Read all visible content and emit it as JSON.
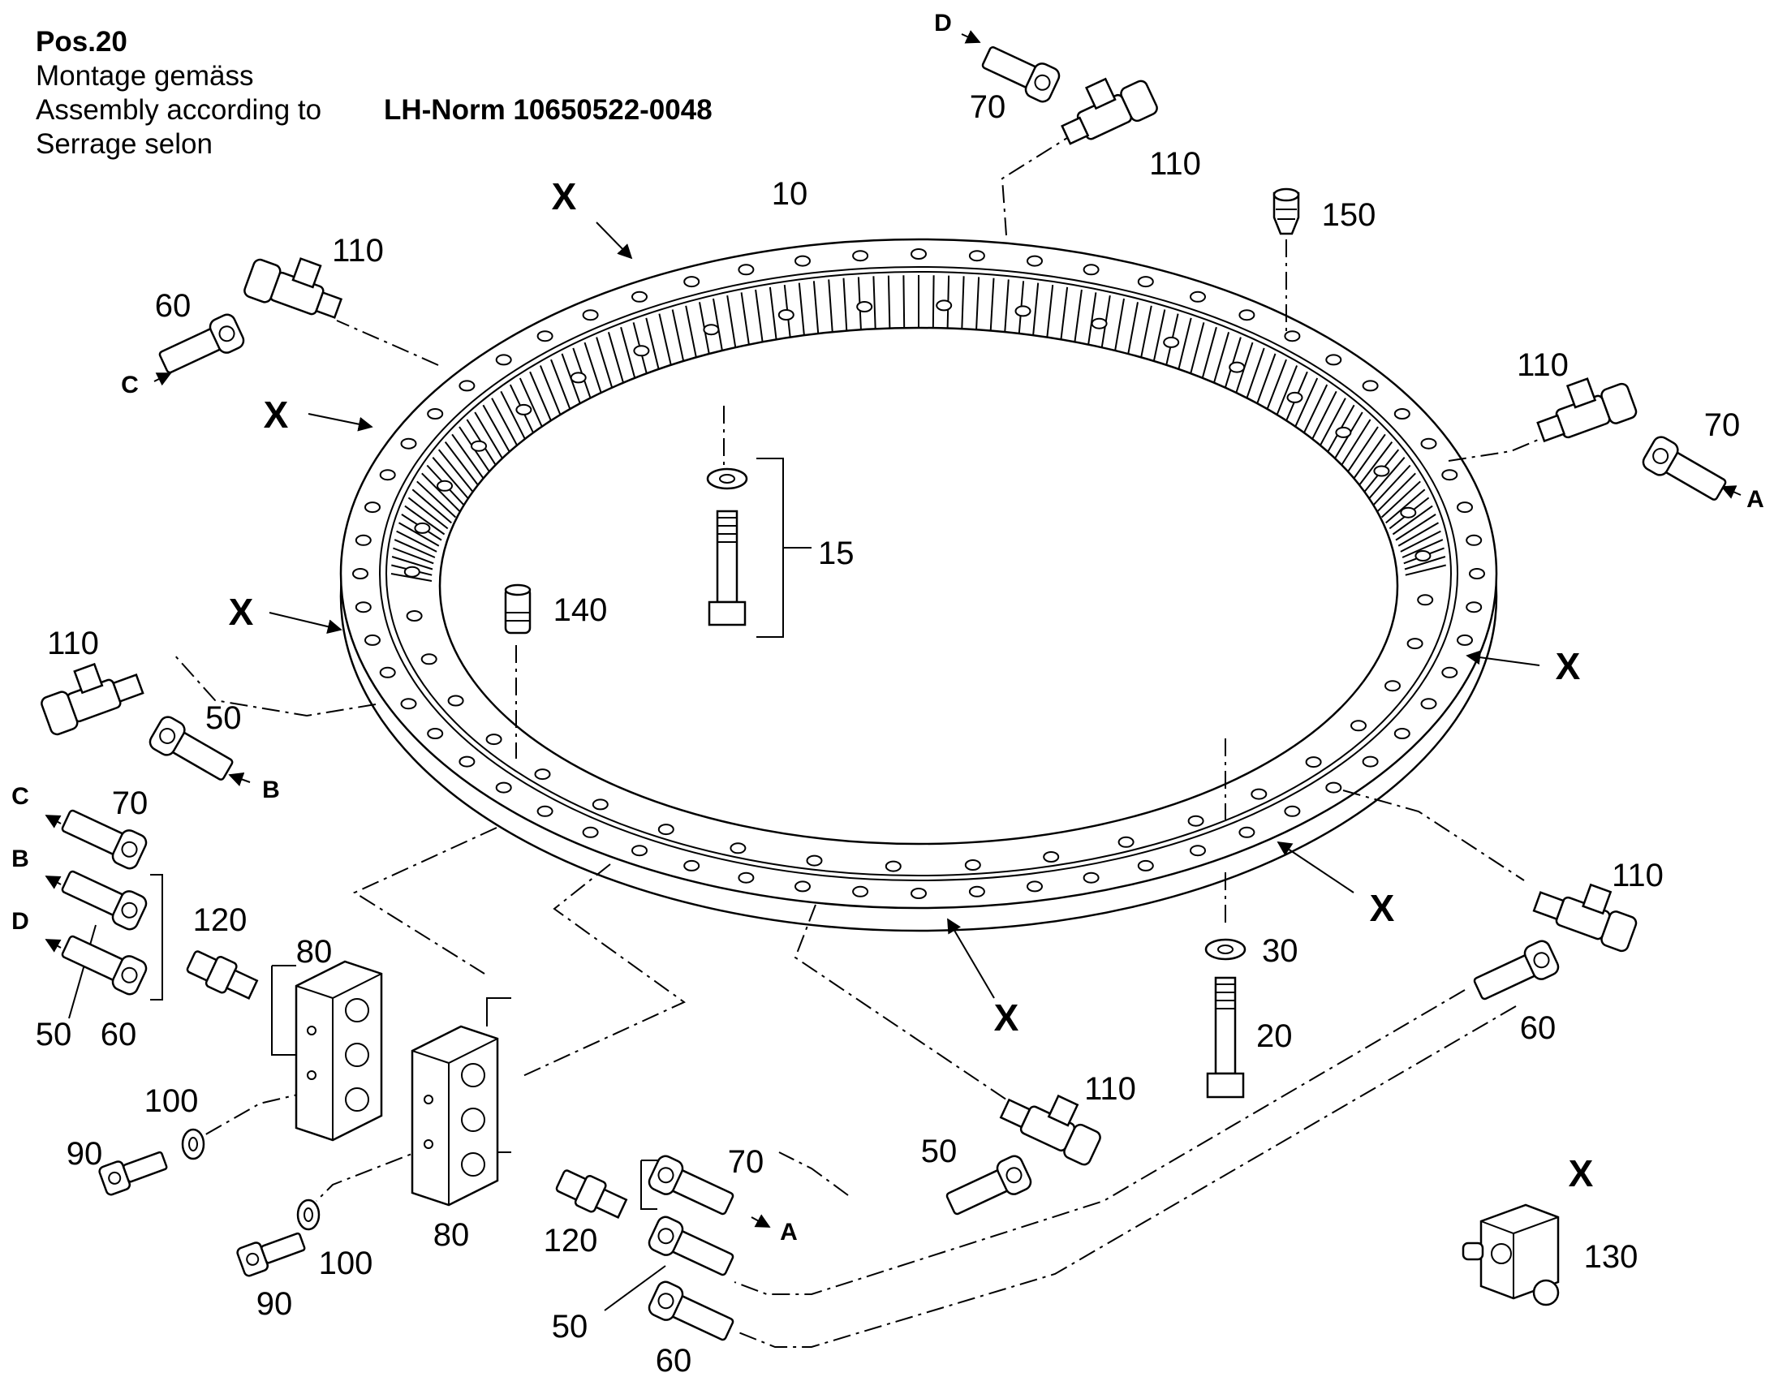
{
  "header": {
    "pos": "Pos.20",
    "line_de": "Montage gemäss",
    "line_en": "Assembly according to",
    "line_fr": "Serrage selon",
    "norm": "LH-Norm 10650522-0048"
  },
  "marker_label": "X",
  "arrow_letters": {
    "a": "A",
    "b": "B",
    "c": "C",
    "d": "D"
  },
  "labels": {
    "p10": "10",
    "p15": "15",
    "p20": "20",
    "p30": "30",
    "p50": "50",
    "p60": "60",
    "p70": "70",
    "p80": "80",
    "p90": "90",
    "p100": "100",
    "p110": "110",
    "p120": "120",
    "p130": "130",
    "p140": "140",
    "p150": "150"
  }
}
